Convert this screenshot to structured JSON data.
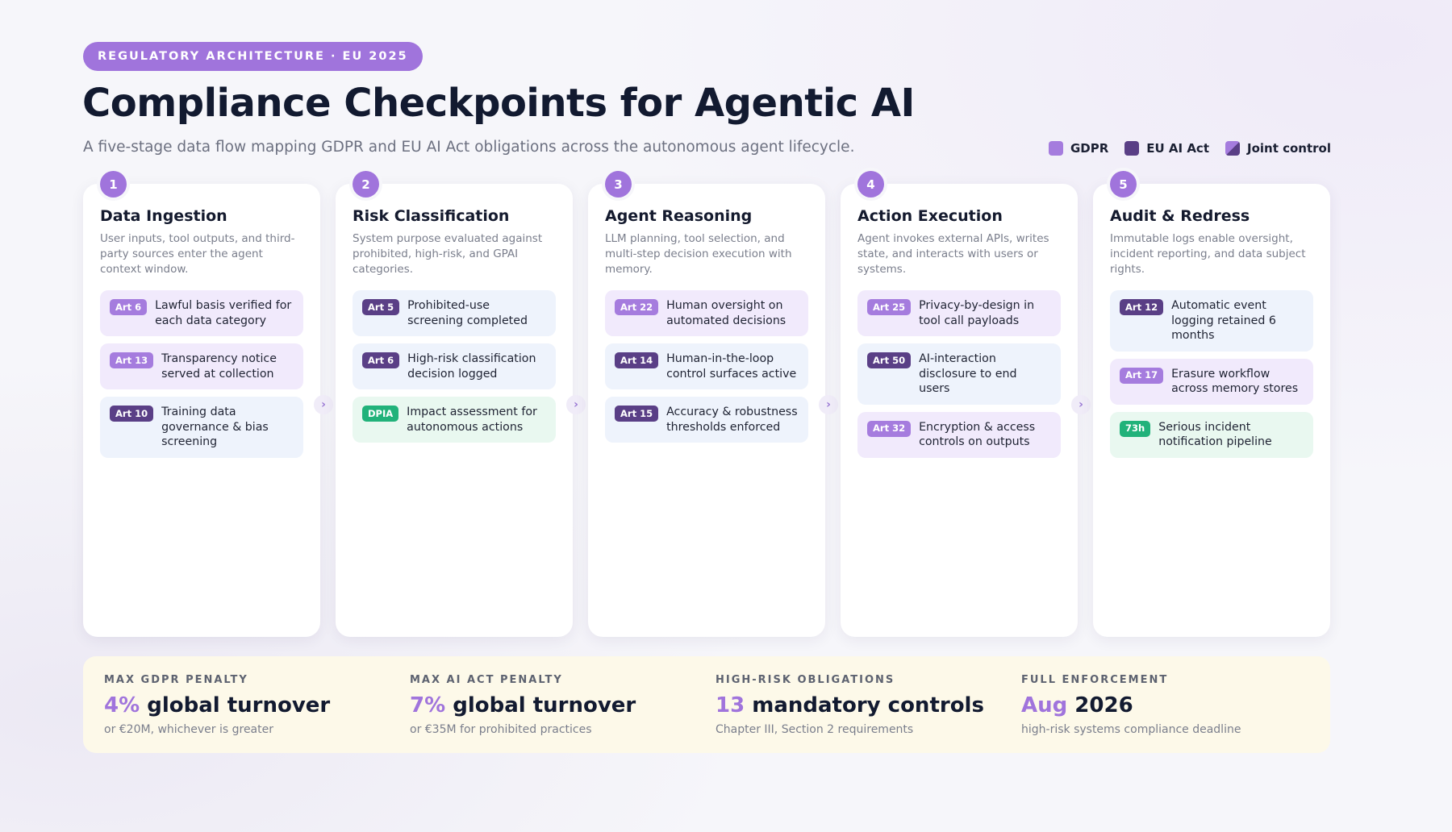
{
  "header": {
    "pill": "REGULATORY ARCHITECTURE · EU 2025",
    "title": "Compliance Checkpoints for Agentic AI",
    "subtitle": "A five-stage data flow mapping GDPR and EU AI Act obligations across the autonomous agent lifecycle."
  },
  "legend": [
    {
      "label": "GDPR",
      "color": "#a57cde"
    },
    {
      "label": "EU AI Act",
      "color": "#5a3f86"
    },
    {
      "label": "Joint control",
      "color": "gradient"
    }
  ],
  "stages": [
    {
      "num": "1",
      "title": "Data Ingestion",
      "desc": "User inputs, tool outputs, and third-party sources enter the agent context window.",
      "items": [
        {
          "tag": "Art 6",
          "kind": "gdpr",
          "text": "Lawful basis verified for each data category"
        },
        {
          "tag": "Art 13",
          "kind": "gdpr",
          "text": "Transparency notice served at collection"
        },
        {
          "tag": "Art 10",
          "kind": "ai",
          "text": "Training data governance & bias screening"
        }
      ]
    },
    {
      "num": "2",
      "title": "Risk Classification",
      "desc": "System purpose evaluated against prohibited, high-risk, and GPAI categories.",
      "items": [
        {
          "tag": "Art 5",
          "kind": "ai",
          "text": "Prohibited-use screening completed"
        },
        {
          "tag": "Art 6",
          "kind": "ai",
          "text": "High-risk classification decision logged"
        },
        {
          "tag": "DPIA",
          "kind": "dpia",
          "text": "Impact assessment for autonomous actions"
        }
      ]
    },
    {
      "num": "3",
      "title": "Agent Reasoning",
      "desc": "LLM planning, tool selection, and multi-step decision execution with memory.",
      "items": [
        {
          "tag": "Art 22",
          "kind": "gdpr",
          "text": "Human oversight on automated decisions"
        },
        {
          "tag": "Art 14",
          "kind": "ai",
          "text": "Human-in-the-loop control surfaces active"
        },
        {
          "tag": "Art 15",
          "kind": "ai",
          "text": "Accuracy & robustness thresholds enforced"
        }
      ]
    },
    {
      "num": "4",
      "title": "Action Execution",
      "desc": "Agent invokes external APIs, writes state, and interacts with users or systems.",
      "items": [
        {
          "tag": "Art 25",
          "kind": "gdpr",
          "text": "Privacy-by-design in tool call payloads"
        },
        {
          "tag": "Art 50",
          "kind": "ai",
          "text": "AI-interaction disclosure to end users"
        },
        {
          "tag": "Art 32",
          "kind": "gdpr",
          "text": "Encryption & access controls on outputs"
        }
      ]
    },
    {
      "num": "5",
      "title": "Audit & Redress",
      "desc": "Immutable logs enable oversight, incident reporting, and data subject rights.",
      "items": [
        {
          "tag": "Art 12",
          "kind": "ai",
          "text": "Automatic event logging retained 6 months"
        },
        {
          "tag": "Art 17",
          "kind": "gdpr",
          "text": "Erasure workflow across memory stores"
        },
        {
          "tag": "73h",
          "kind": "dpia",
          "text": "Serious incident notification pipeline"
        }
      ]
    }
  ],
  "arrow_glyph": "›",
  "stats": [
    {
      "label": "MAX GDPR PENALTY",
      "accent": "4%",
      "value": " global turnover",
      "note": "or €20M, whichever is greater"
    },
    {
      "label": "MAX AI ACT PENALTY",
      "accent": "7%",
      "value": " global turnover",
      "note": "or €35M for prohibited practices"
    },
    {
      "label": "HIGH-RISK OBLIGATIONS",
      "accent": "13",
      "value": " mandatory controls",
      "note": "Chapter III, Section 2 requirements"
    },
    {
      "label": "FULL ENFORCEMENT",
      "accent": "Aug",
      "value": " 2026",
      "note": "high-risk systems compliance deadline"
    }
  ]
}
